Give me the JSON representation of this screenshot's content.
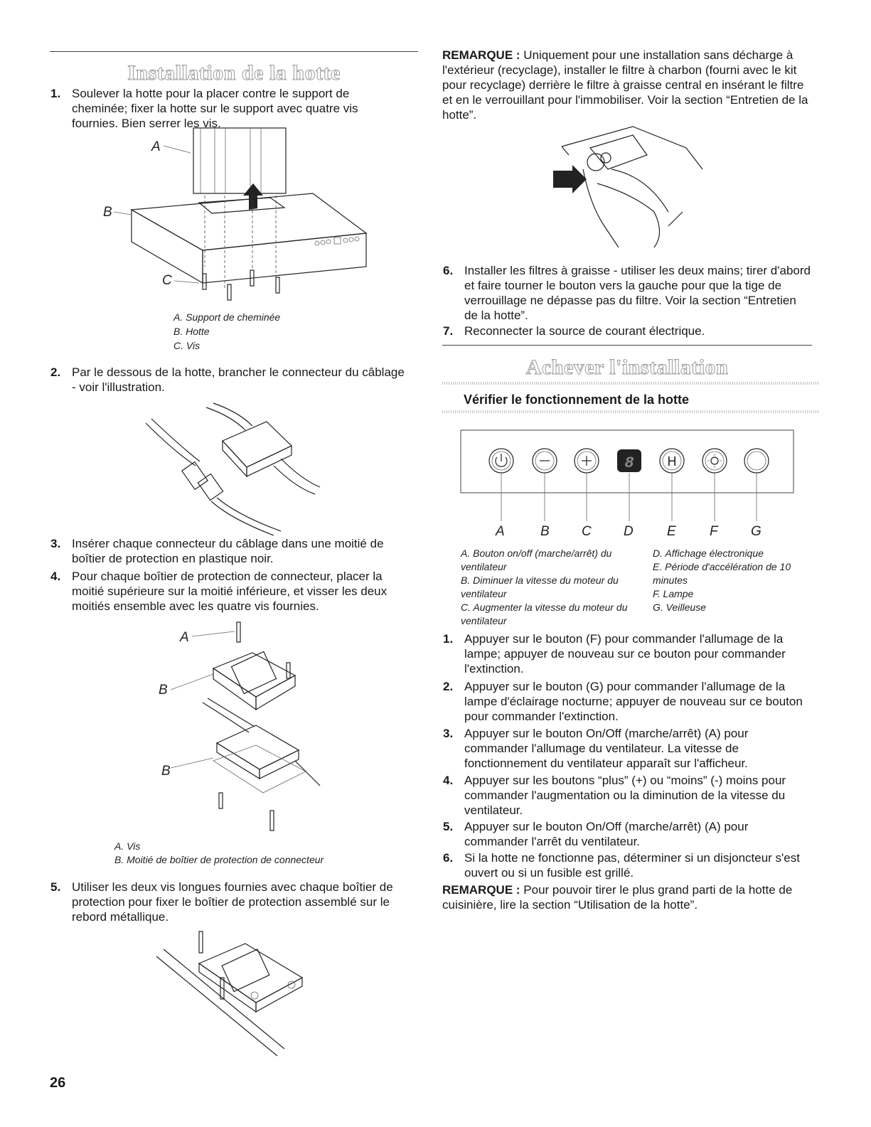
{
  "left": {
    "section_title": "Installation de la hotte",
    "steps": [
      {
        "num": "1.",
        "text": "Soulever la hotte pour la placer contre le support de cheminée; fixer la hotte sur le support avec quatre vis fournies. Bien serrer les vis."
      },
      {
        "num": "2.",
        "text": "Par le dessous de la hotte, brancher le connecteur du câblage - voir l'illustration."
      },
      {
        "num": "3.",
        "text": "Insérer chaque connecteur du câblage dans une moitié de boîtier de protection en plastique noir."
      },
      {
        "num": "4.",
        "text": "Pour chaque boîtier de protection de connecteur, placer la moitié supérieure sur la moitié inférieure, et visser les deux moitiés ensemble avec les quatre vis fournies."
      },
      {
        "num": "5.",
        "text": "Utiliser les deux vis longues fournies avec chaque boîtier de protection pour fixer le boîtier de protection assemblé sur le rebord métallique."
      }
    ],
    "fig1_labels": {
      "a": "A",
      "b": "B",
      "c": "C"
    },
    "fig1_caption": [
      "A. Support de cheminée",
      "B. Hotte",
      "C. Vis"
    ],
    "fig3_labels": {
      "a": "A",
      "b1": "B",
      "b2": "B"
    },
    "fig3_caption": [
      "A. Vis",
      "B. Moitié de boîtier de protection de connecteur"
    ]
  },
  "right": {
    "note1_label": "REMARQUE :",
    "note1_text": "Uniquement pour une installation sans décharge à l'extérieur (recyclage), installer le filtre à charbon (fourni avec le kit pour recyclage) derrière le filtre à graisse central en insérant le filtre et en le verrouillant pour l'immobiliser. Voir la section “Entretien de la hotte”.",
    "steps": [
      {
        "num": "6.",
        "text": "Installer les filtres à graisse - utiliser les deux mains; tirer d'abord et faire tourner le bouton vers la gauche pour que la tige de verrouillage ne dépasse pas du filtre. Voir la section “Entretien de la hotte”."
      },
      {
        "num": "7.",
        "text": "Reconnecter la source de courant électrique."
      }
    ],
    "section_title": "Achever l'installation",
    "subsection_title": "Vérifier le fonctionnement de la hotte",
    "panel_letters": [
      "A",
      "B",
      "C",
      "D",
      "E",
      "F",
      "G"
    ],
    "panel_display": "8",
    "panel_h": "H",
    "captions_left": [
      "A. Bouton on/off (marche/arrêt) du ventilateur",
      "B. Diminuer la vitesse du moteur du ventilateur",
      "C. Augmenter la vitesse du moteur du ventilateur"
    ],
    "captions_right": [
      "D. Affichage électronique",
      "E. Période d'accélération de 10 minutes",
      "F. Lampe",
      "G. Veilleuse"
    ],
    "steps2": [
      {
        "num": "1.",
        "text": "Appuyer sur le bouton (F) pour commander l'allumage de la lampe; appuyer de nouveau sur ce bouton pour commander l'extinction."
      },
      {
        "num": "2.",
        "text": "Appuyer sur le bouton (G) pour commander l'allumage de la lampe d'éclairage nocturne; appuyer de nouveau sur ce bouton pour commander l'extinction."
      },
      {
        "num": "3.",
        "text": "Appuyer sur le bouton On/Off (marche/arrêt) (A) pour commander l'allumage du ventilateur. La vitesse de fonctionnement du ventilateur apparaît sur l'afficheur."
      },
      {
        "num": "4.",
        "text": "Appuyer sur les boutons “plus” (+) ou “moins” (-) moins pour commander l'augmentation ou la diminution de la vitesse du ventilateur."
      },
      {
        "num": "5.",
        "text": "Appuyer sur le bouton On/Off (marche/arrêt) (A) pour commander l'arrêt du ventilateur."
      },
      {
        "num": "6.",
        "text": "Si la hotte ne fonctionne pas, déterminer si un disjoncteur s'est ouvert ou si un fusible est grillé."
      }
    ],
    "note2_label": "REMARQUE :",
    "note2_text": "Pour pouvoir tirer le plus grand parti de la hotte de cuisinière, lire la section “Utilisation de la hotte”."
  },
  "page_number": "26"
}
